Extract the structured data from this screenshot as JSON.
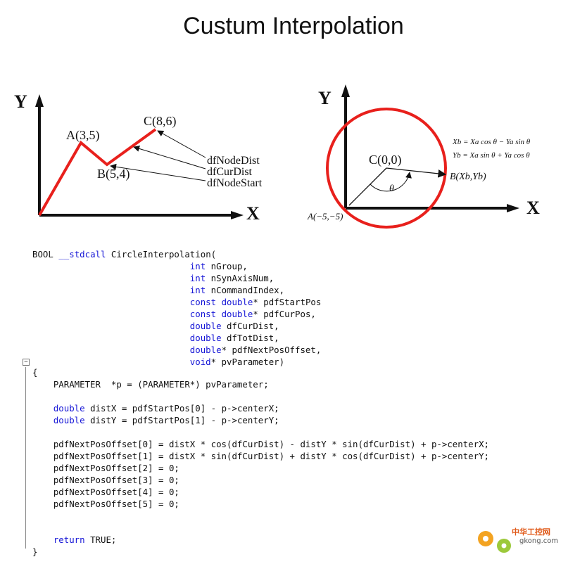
{
  "title": "Custum Interpolation",
  "diagram_left": {
    "axis_y": "Y",
    "axis_x": "X",
    "point_a": "A(3,5)",
    "point_b": "B(5,4)",
    "point_c": "C(8,6)",
    "label_node_dist": "dfNodeDist",
    "label_cur_dist": "dfCurDist",
    "label_node_start": "dfNodeStart",
    "path_color": "#e8201c"
  },
  "diagram_right": {
    "axis_y": "Y",
    "axis_x": "X",
    "center": "C(0,0)",
    "point_a": "A(−5,−5)",
    "point_b": "B(Xb,Yb)",
    "theta": "θ",
    "formula_xb": "Xb = Xa cos θ − Ya sin θ",
    "formula_yb": "Yb = Xa sin θ + Ya cos θ",
    "circle_color": "#e8201c"
  },
  "code": {
    "keyword_color": "#1515d6",
    "lines": [
      [
        {
          "t": "BOOL "
        },
        {
          "t": "__stdcall",
          "k": true
        },
        {
          "t": " CircleInterpolation("
        }
      ],
      [
        {
          "t": "                              "
        },
        {
          "t": "int",
          "k": true
        },
        {
          "t": " nGroup,"
        }
      ],
      [
        {
          "t": "                              "
        },
        {
          "t": "int",
          "k": true
        },
        {
          "t": " nSynAxisNum,"
        }
      ],
      [
        {
          "t": "                              "
        },
        {
          "t": "int",
          "k": true
        },
        {
          "t": " nCommandIndex,"
        }
      ],
      [
        {
          "t": "                              "
        },
        {
          "t": "const",
          "k": true
        },
        {
          "t": " "
        },
        {
          "t": "double",
          "k": true
        },
        {
          "t": "* pdfStartPos"
        }
      ],
      [
        {
          "t": "                              "
        },
        {
          "t": "const",
          "k": true
        },
        {
          "t": " "
        },
        {
          "t": "double",
          "k": true
        },
        {
          "t": "* pdfCurPos,"
        }
      ],
      [
        {
          "t": "                              "
        },
        {
          "t": "double",
          "k": true
        },
        {
          "t": " dfCurDist,"
        }
      ],
      [
        {
          "t": "                              "
        },
        {
          "t": "double",
          "k": true
        },
        {
          "t": " dfTotDist,"
        }
      ],
      [
        {
          "t": "                              "
        },
        {
          "t": "double",
          "k": true
        },
        {
          "t": "* pdfNextPosOffset,"
        }
      ],
      [
        {
          "t": "                              "
        },
        {
          "t": "void",
          "k": true
        },
        {
          "t": "* pvParameter)"
        }
      ],
      [
        {
          "t": "{"
        }
      ],
      [
        {
          "t": "    PARAMETER  *p = (PARAMETER*) pvParameter;"
        }
      ],
      [
        {
          "t": ""
        }
      ],
      [
        {
          "t": "    "
        },
        {
          "t": "double",
          "k": true
        },
        {
          "t": " distX = pdfStartPos[0] - p->centerX;"
        }
      ],
      [
        {
          "t": "    "
        },
        {
          "t": "double",
          "k": true
        },
        {
          "t": " distY = pdfStartPos[1] - p->centerY;"
        }
      ],
      [
        {
          "t": ""
        }
      ],
      [
        {
          "t": "    pdfNextPosOffset[0] = distX * cos(dfCurDist) - distY * sin(dfCurDist) + p->centerX;"
        }
      ],
      [
        {
          "t": "    pdfNextPosOffset[1] = distX * sin(dfCurDist) + distY * cos(dfCurDist) + p->centerY;"
        }
      ],
      [
        {
          "t": "    pdfNextPosOffset[2] = 0;"
        }
      ],
      [
        {
          "t": "    pdfNextPosOffset[3] = 0;"
        }
      ],
      [
        {
          "t": "    pdfNextPosOffset[4] = 0;"
        }
      ],
      [
        {
          "t": "    pdfNextPosOffset[5] = 0;"
        }
      ],
      [
        {
          "t": ""
        }
      ],
      [
        {
          "t": ""
        }
      ],
      [
        {
          "t": "    "
        },
        {
          "t": "return",
          "k": true
        },
        {
          "t": " TRUE;"
        }
      ],
      [
        {
          "t": "}"
        }
      ]
    ]
  },
  "watermark": {
    "brand": "中华工控网",
    "domain": "gkong.com"
  }
}
